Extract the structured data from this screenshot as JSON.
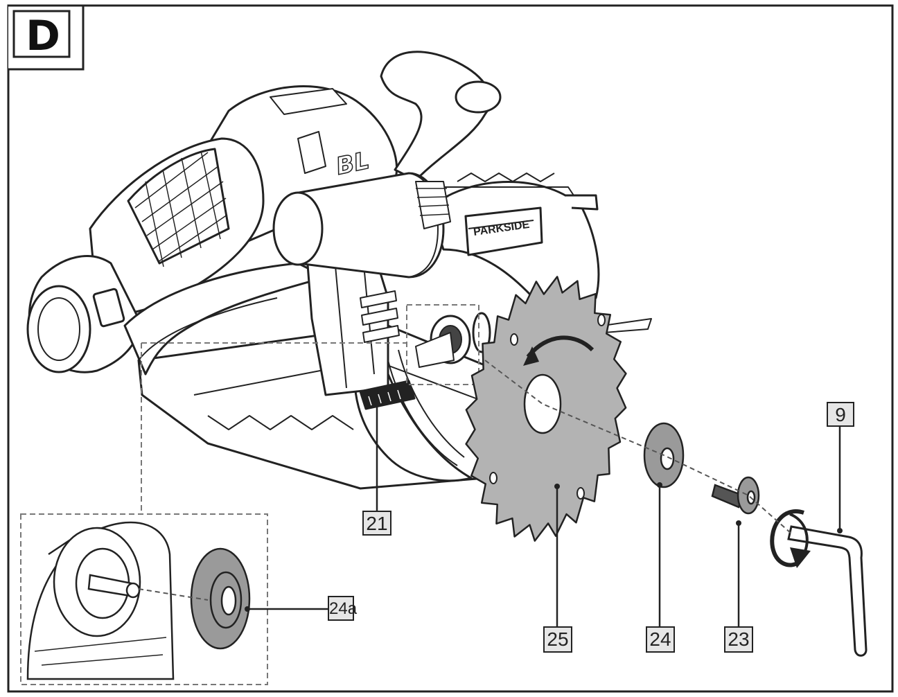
{
  "figure": {
    "panel_letter": "D",
    "body_marking": "BL",
    "brand_marking": "PARKSIDE"
  },
  "callouts": [
    {
      "id": "c9",
      "label": "9",
      "part": "hex-key"
    },
    {
      "id": "c21",
      "label": "21",
      "part": "spindle-lock-button"
    },
    {
      "id": "c24a",
      "label": "24a",
      "part": "inner-flange"
    },
    {
      "id": "c25",
      "label": "25",
      "part": "saw-blade"
    },
    {
      "id": "c24",
      "label": "24",
      "part": "outer-flange"
    },
    {
      "id": "c23",
      "label": "23",
      "part": "flange-screw"
    }
  ],
  "colors": {
    "line": "#222222",
    "fill": "#ffffff",
    "blade": "#b3b3b3",
    "label_bg": "#e6e6e6",
    "washer": "#9a9a9a"
  }
}
